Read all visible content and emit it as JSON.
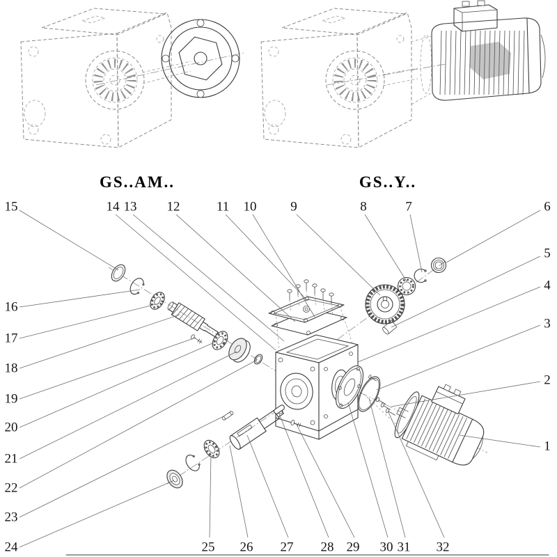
{
  "variants": {
    "left": {
      "label": "GS..AM.."
    },
    "right": {
      "label": "GS..Y.."
    }
  },
  "callouts": {
    "c1": "1",
    "c2": "2",
    "c3": "3",
    "c4": "4",
    "c5": "5",
    "c6": "6",
    "c7": "7",
    "c8": "8",
    "c9": "9",
    "c10": "10",
    "c11": "11",
    "c12": "12",
    "c13": "13",
    "c14": "14",
    "c15": "15",
    "c16": "16",
    "c17": "17",
    "c18": "18",
    "c19": "19",
    "c20": "20",
    "c21": "21",
    "c22": "22",
    "c23": "23",
    "c24": "24",
    "c25": "25",
    "c26": "26",
    "c27": "27",
    "c28": "28",
    "c29": "29",
    "c30": "30",
    "c31": "31",
    "c32": "32"
  },
  "colors": {
    "background": "#ffffff",
    "solid_line": "#3a3a3a",
    "phantom_line": "#8a8a8a",
    "leader_line": "#6b6b6b",
    "text": "#141414"
  }
}
